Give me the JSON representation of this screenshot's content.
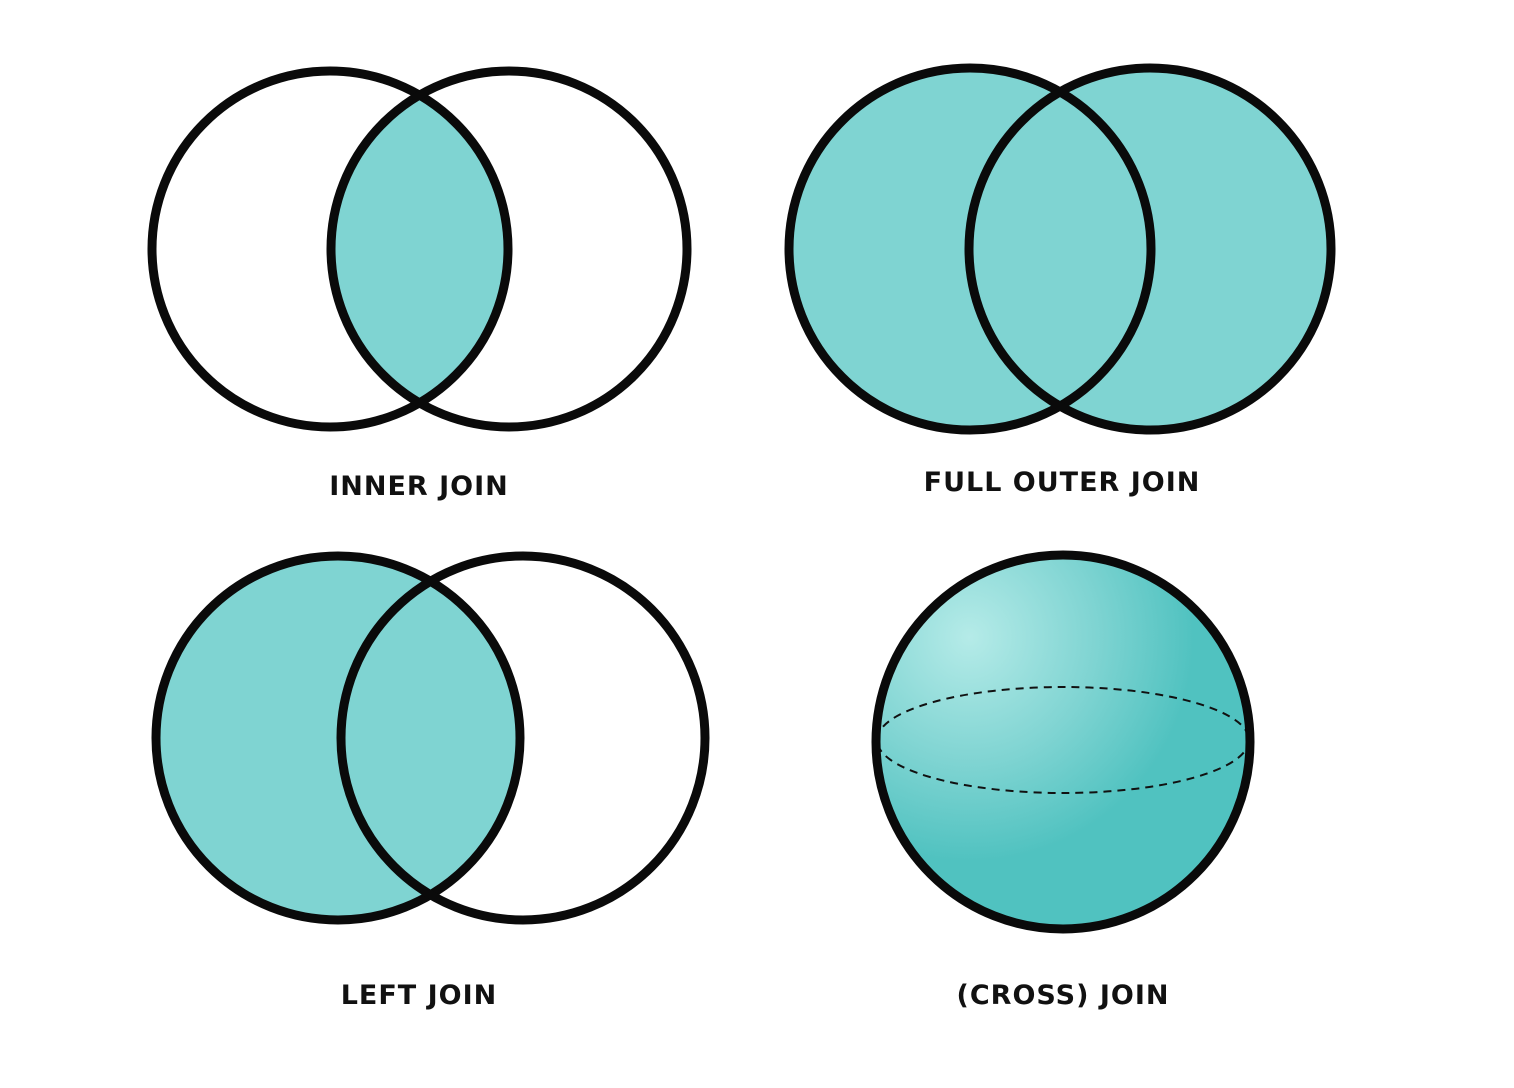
{
  "colors": {
    "fill": "#7fd4d2",
    "stroke": "#0a0a0a",
    "sphere_light": "#b5ebe8",
    "sphere_mid": "#7fd4d2",
    "sphere_dark": "#50c2c0"
  },
  "panels": {
    "inner": {
      "label": "INNER JOIN"
    },
    "full_outer": {
      "label": "FULL OUTER JOIN"
    },
    "left": {
      "label": "LEFT JOIN"
    },
    "cross": {
      "label": "(CROSS) JOIN"
    }
  }
}
